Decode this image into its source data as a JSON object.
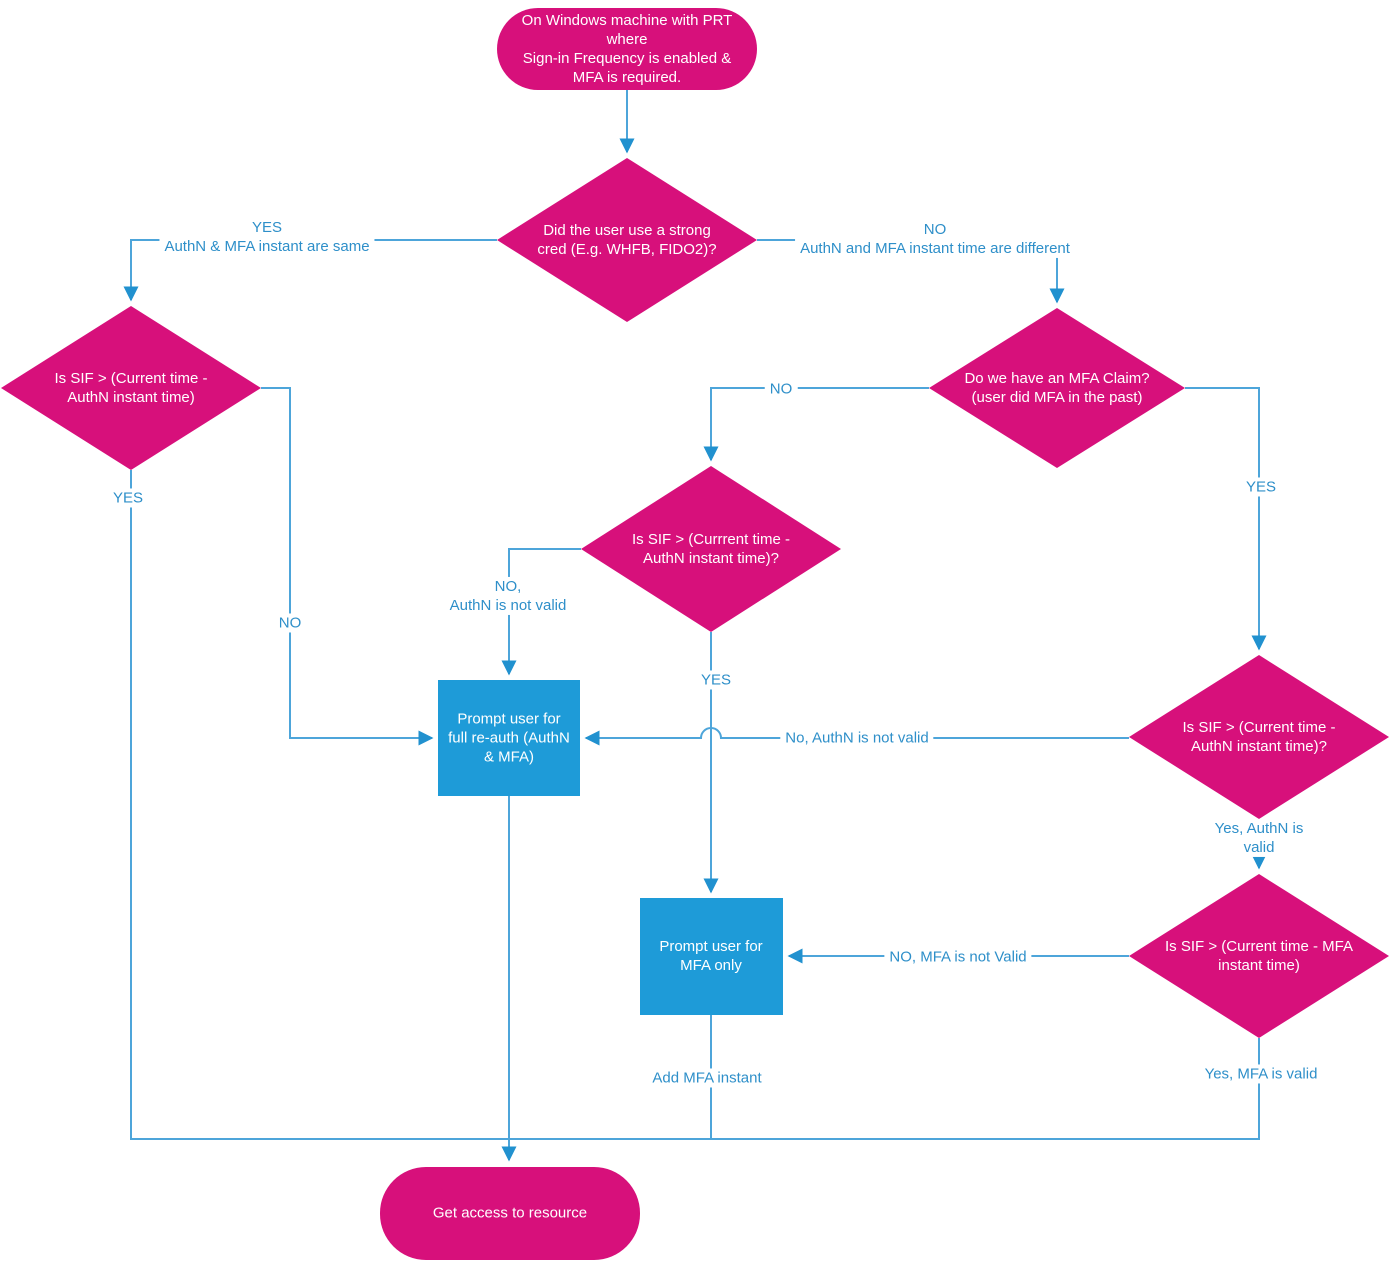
{
  "diagram": {
    "type": "flowchart",
    "colors": {
      "shape_pink": "#d7107b",
      "process_blue": "#1e9bd8",
      "line_blue": "#4da5da",
      "arrow_blue": "#2191cf",
      "edge_text_blue": "#2e8fc9",
      "shape_text": "#ffffff"
    },
    "nodes": {
      "start": {
        "type": "terminator",
        "label": "On Windows machine with PRT\nwhere\nSign-in Frequency is enabled &\nMFA is required."
      },
      "strong_cred": {
        "type": "decision",
        "label": "Did the user use a strong\ncred (E.g. WHFB, FIDO2)?"
      },
      "sif_authn_left": {
        "type": "decision",
        "label": "Is SIF > (Current time -\nAuthN instant time)"
      },
      "mfa_claim": {
        "type": "decision",
        "label": "Do we have an MFA Claim?\n(user did MFA in the past)"
      },
      "sif_authn_mid": {
        "type": "decision",
        "label": "Is SIF > (Currrent time -\nAuthN instant time)?"
      },
      "sif_authn_right": {
        "type": "decision",
        "label": "Is SIF > (Current time -\nAuthN instant time)?"
      },
      "sif_mfa": {
        "type": "decision",
        "label": "Is SIF > (Current time - MFA\ninstant time)"
      },
      "full_reauth": {
        "type": "process",
        "label": "Prompt user for\nfull re-auth (AuthN\n& MFA)"
      },
      "mfa_only": {
        "type": "process",
        "label": "Prompt user for\nMFA only"
      },
      "end": {
        "type": "terminator",
        "label": "Get access to resource"
      }
    },
    "edge_labels": {
      "yes_same": "YES\nAuthN & MFA instant are same",
      "no_different": "NO\nAuthN and MFA instant time are different",
      "yes_left_down": "YES",
      "no_left": "NO",
      "no_claim": "NO",
      "yes_claim": "YES",
      "no_authn_not_valid_mid": "NO,\nAuthN is not valid",
      "yes_mid_down": "YES",
      "no_authn_not_valid_right": "No, AuthN is not valid",
      "yes_authn_valid": "Yes, AuthN is valid",
      "no_mfa_not_valid": "NO, MFA is not Valid",
      "yes_mfa_valid": "Yes, MFA is valid",
      "add_mfa_instant": "Add MFA instant"
    }
  }
}
